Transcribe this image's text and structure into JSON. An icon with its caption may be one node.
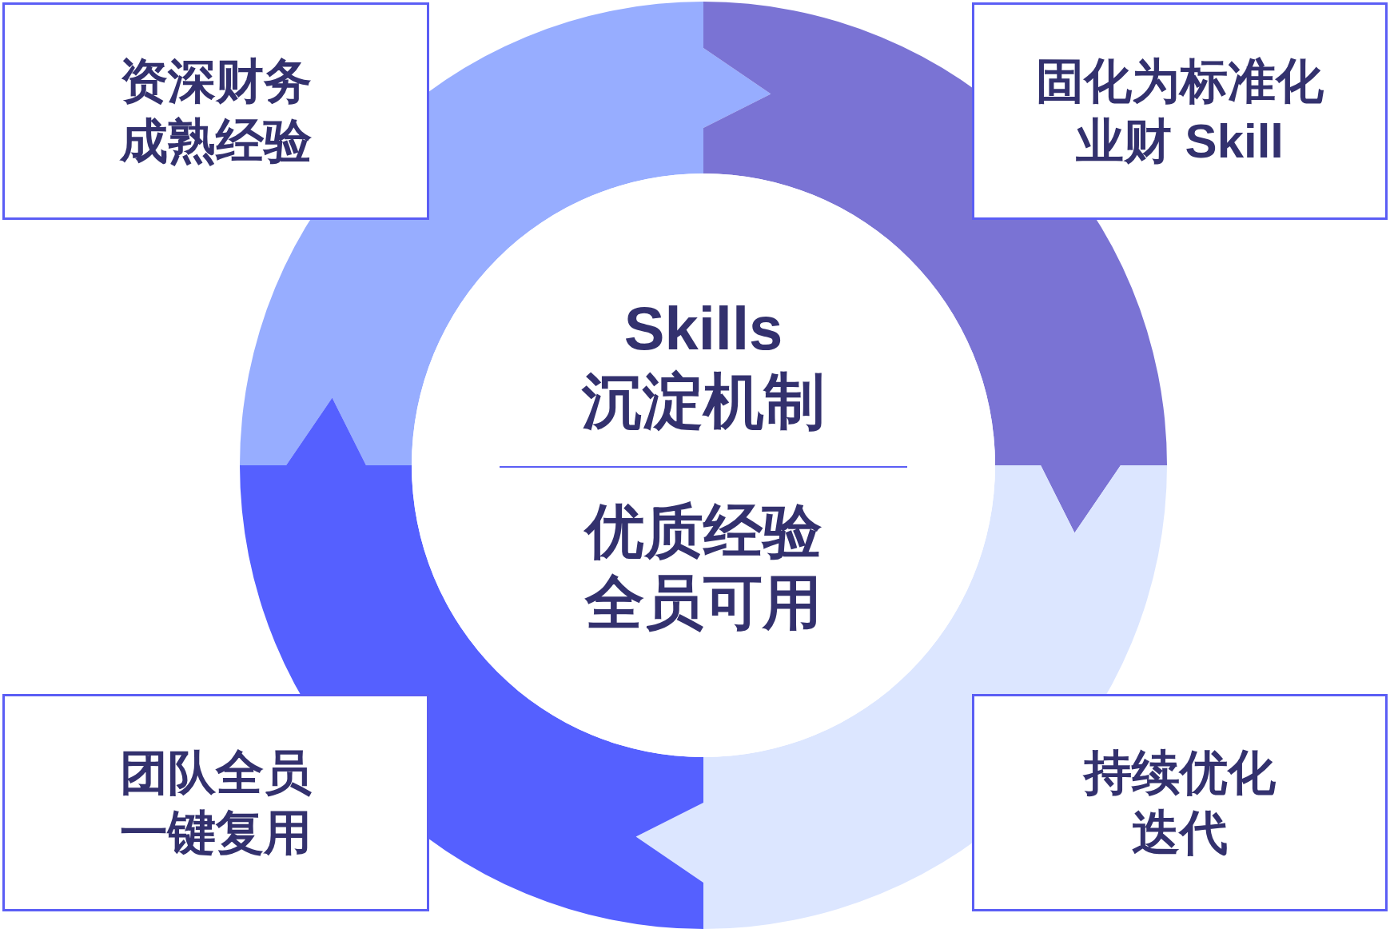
{
  "diagram": {
    "nodes": [
      {
        "text": [
          "资深财务成熟经验"
        ]
      },
      {
        "text": [
          "固化为标准化业财 Skill"
        ]
      },
      {
        "text": [
          "Skills 沉淀机制",
          "优质经验全员可用"
        ]
      },
      {
        "text": [
          "团队全员一键复用"
        ]
      },
      {
        "text": [
          "持续优化迭代"
        ]
      }
    ],
    "edges": [
      {
        "from": 0,
        "to": 1,
        "arrow": "to",
        "color": "#97adff"
      },
      {
        "from": 1,
        "to": 4,
        "arrow": "to",
        "color": "#7a73d4"
      },
      {
        "from": 4,
        "to": 3,
        "arrow": "to",
        "color": "#dce6ff"
      },
      {
        "from": 3,
        "to": 0,
        "arrow": "to",
        "color": "#5560ff"
      }
    ]
  }
}
